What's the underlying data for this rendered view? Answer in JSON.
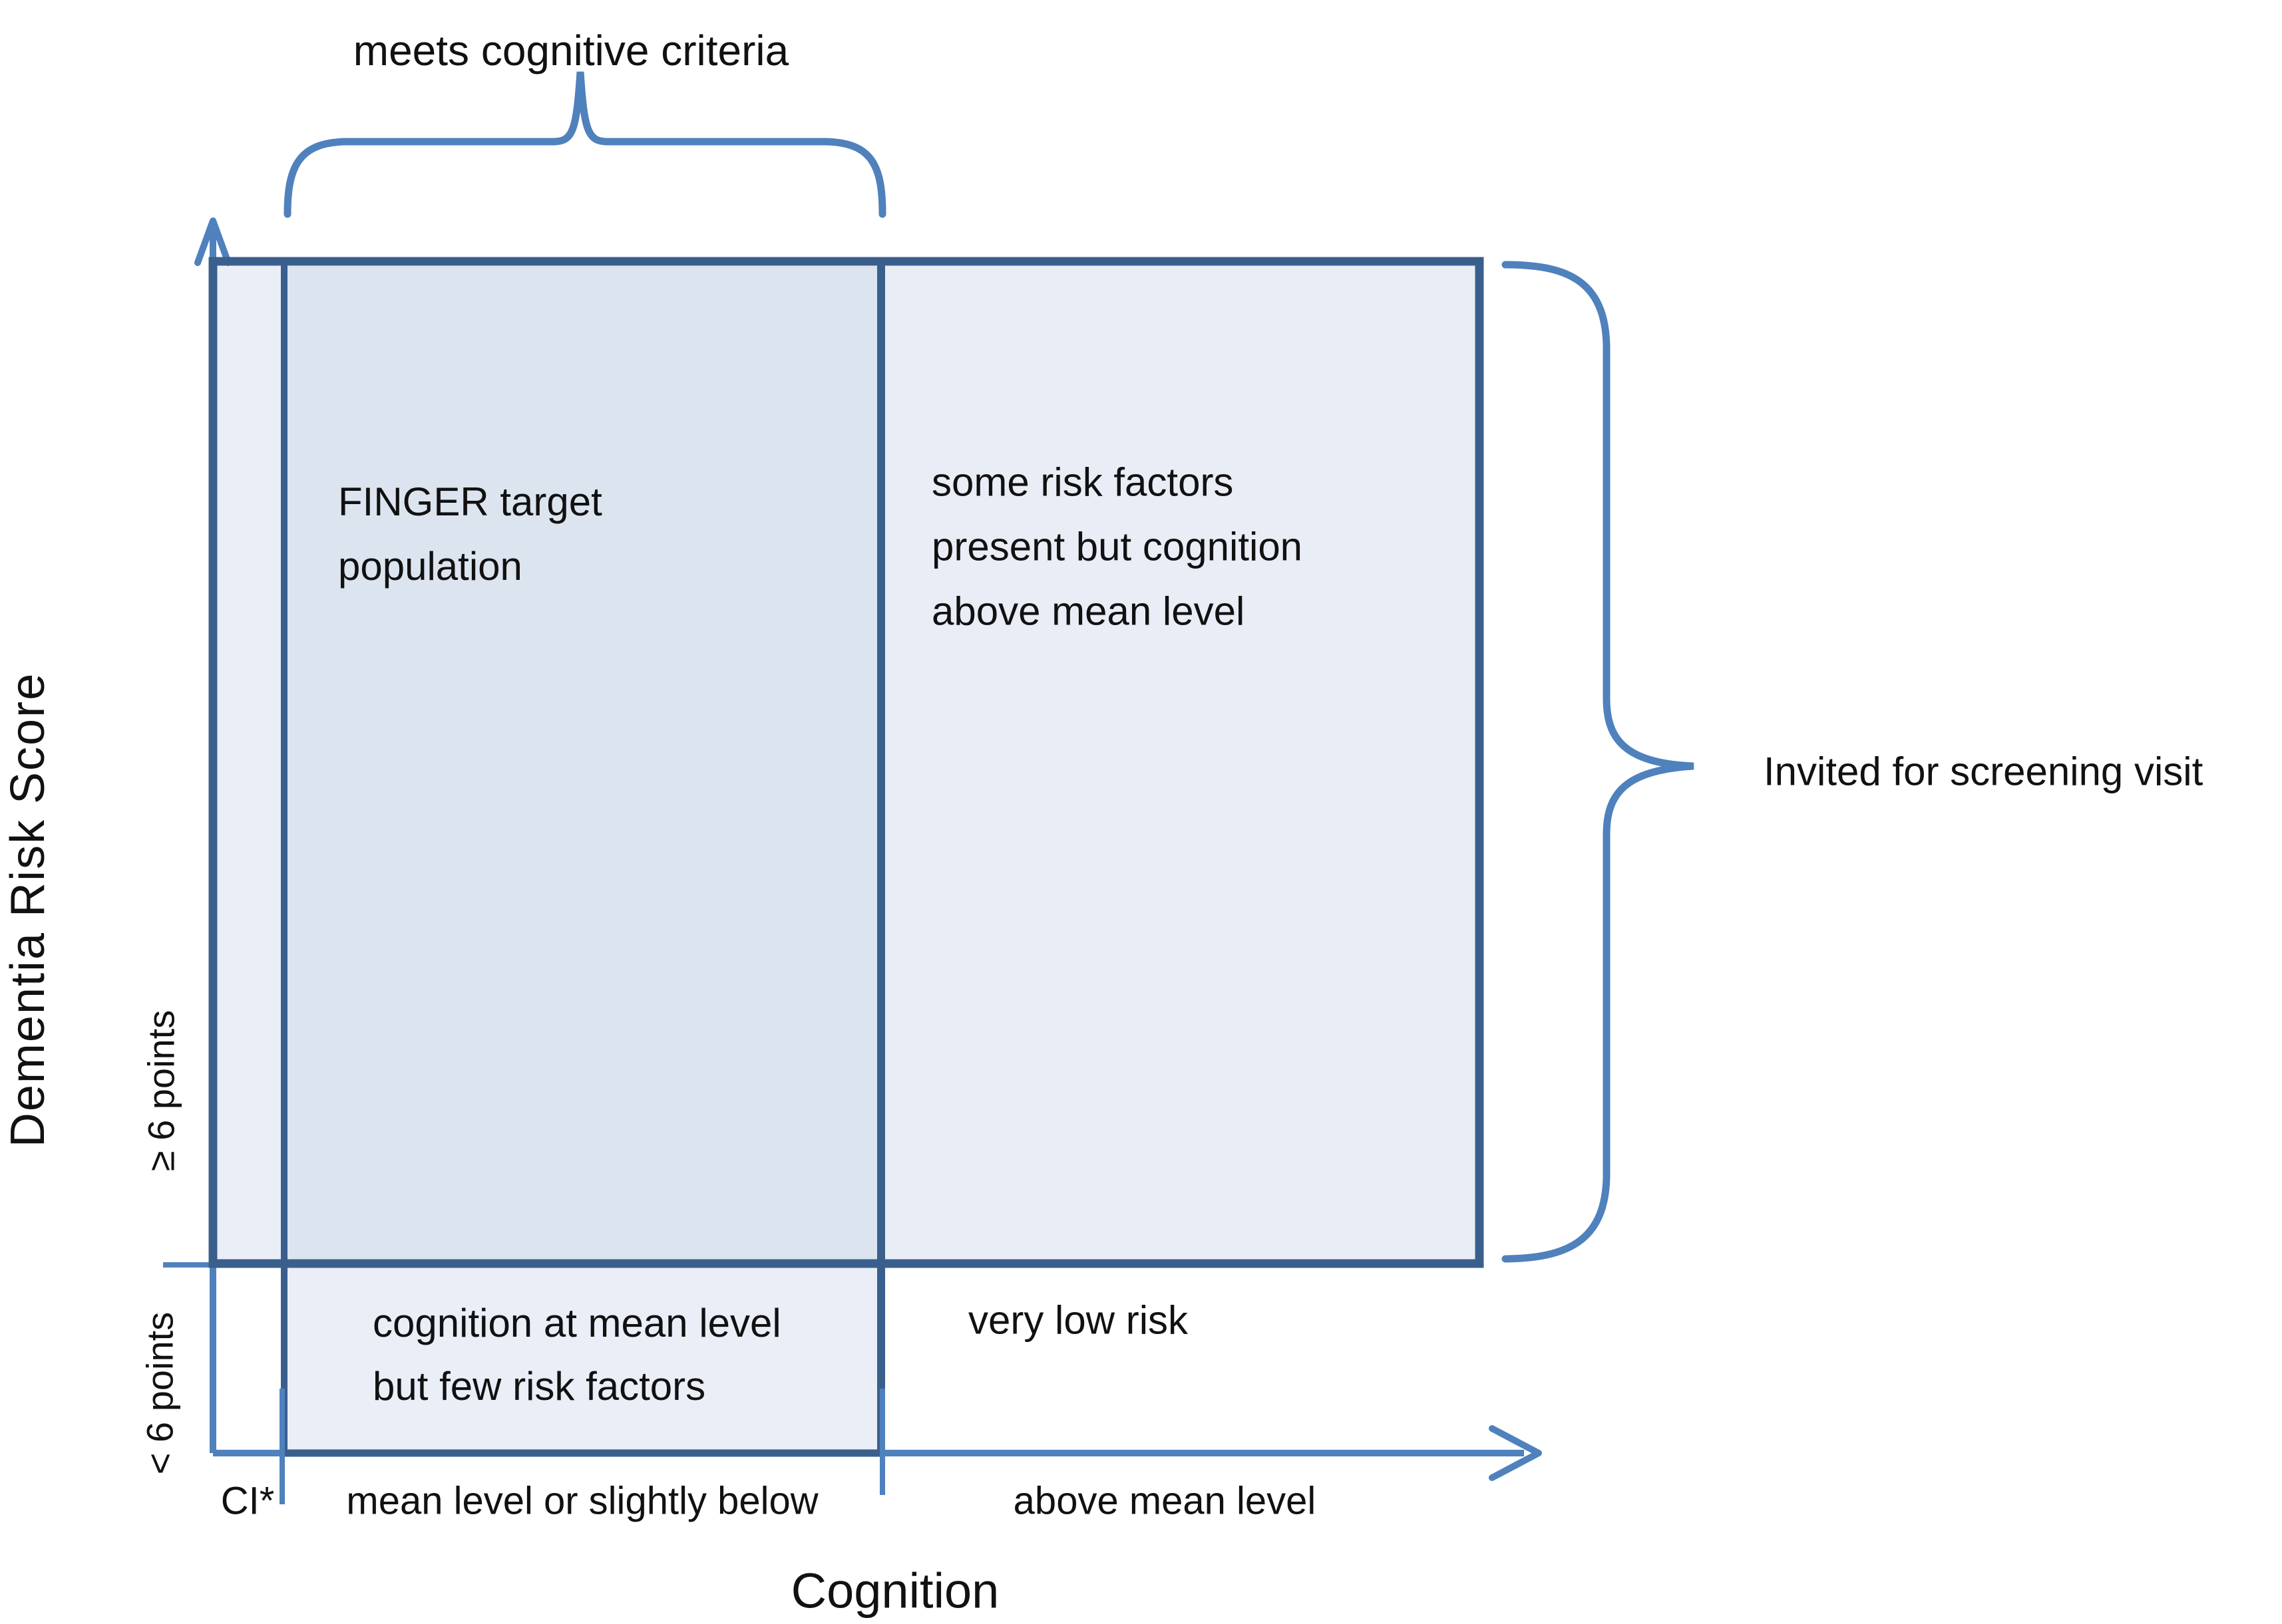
{
  "figure": {
    "type": "schematic-quadrant-diagram",
    "top_annotation": "meets cognitive criteria",
    "right_annotation": "Invited for screening visit",
    "y_axis": {
      "title": "Dementia Risk Score",
      "upper_band_label": "≥ 6 points",
      "lower_band_label": "< 6 points"
    },
    "x_axis": {
      "title": "Cognition",
      "tick_labels": {
        "ci": "CI*",
        "mid": "mean level or slightly below",
        "right": "above mean level"
      }
    },
    "regions": {
      "finger": "FINGER target\npopulation",
      "upper_right": "some risk factors\npresent but cognition\nabove mean level",
      "lower_left": "cognition at mean level\nbut few risk factors",
      "lower_right": "very low risk"
    }
  },
  "palette": {
    "dark_border": "#3a5f8d",
    "accent_blue": "#4f81bd",
    "finger_fill": "#dce4ef",
    "light_fill": "#e9edf6",
    "strip_fill": "#eaeef7",
    "text": "#111111",
    "background": "#ffffff"
  }
}
